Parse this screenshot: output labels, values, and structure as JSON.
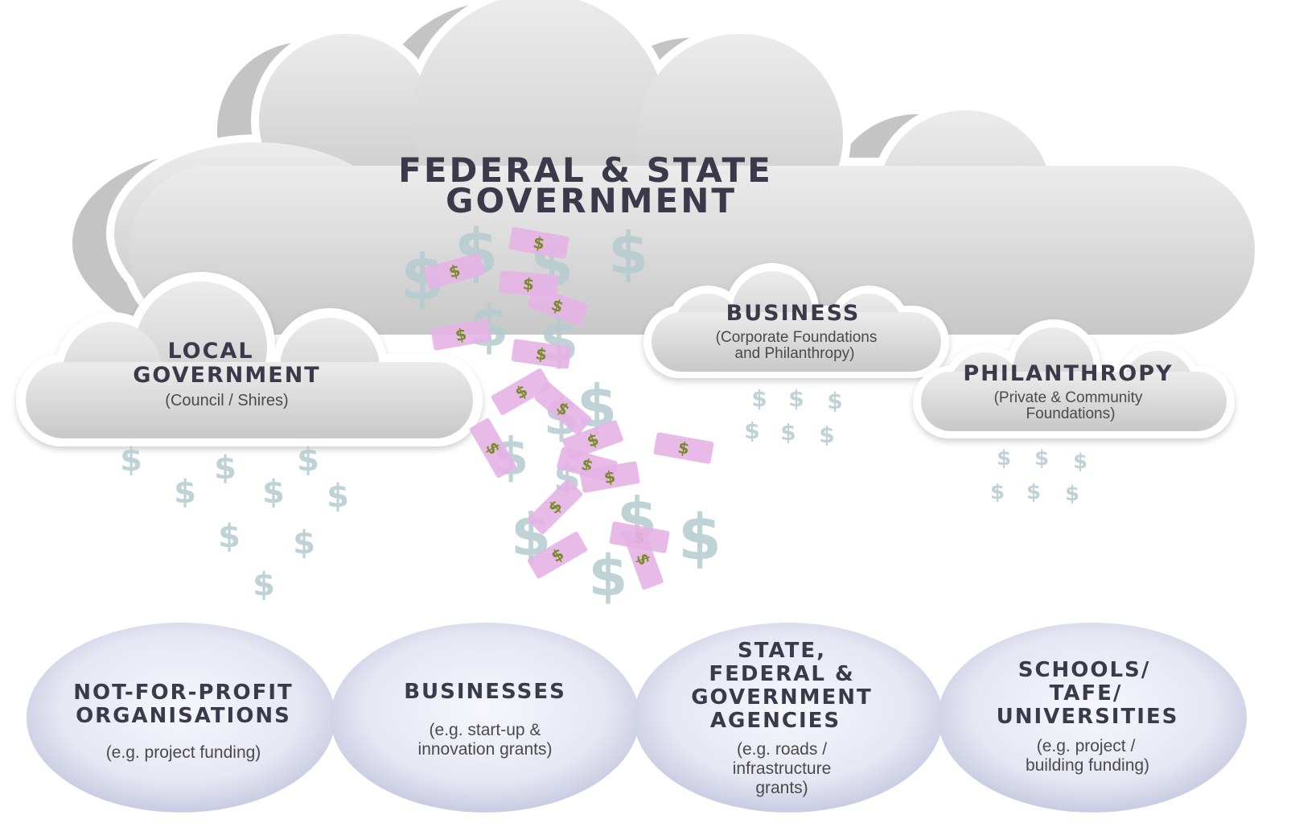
{
  "colors": {
    "cloud_fill_top": "#ebebeb",
    "cloud_fill_bottom": "#c9c9c9",
    "cloud_shadow": "#c2c2c2",
    "heading_text": "#3a3a4a",
    "body_text": "#4a4a4a",
    "dollar_sign": "#b5ccd0",
    "banknote": "#e6b3e6",
    "banknote_symbol": "#7a8c2a",
    "bubble_center": "#f4f4fb",
    "bubble_edge": "#c3c6e0"
  },
  "sources": {
    "federal": {
      "title_line1": "FEDERAL & STATE",
      "title_line2": "GOVERNMENT"
    },
    "local": {
      "title_line1": "LOCAL",
      "title_line2": "GOVERNMENT",
      "sub_line1": "(Council / Shires)"
    },
    "business": {
      "title_line1": "BUSINESS",
      "sub_line1": "(Corporate Foundations",
      "sub_line2": "and Philanthropy)"
    },
    "philanthropy": {
      "title_line1": "PHILANTHROPY",
      "sub_line1": "(Private & Community",
      "sub_line2": "Foundations)"
    }
  },
  "recipients": [
    {
      "title_lines": [
        "NOT-FOR-PROFIT",
        "ORGANISATIONS"
      ],
      "sub_lines": [
        "(e.g. project funding)"
      ]
    },
    {
      "title_lines": [
        "BUSINESSES"
      ],
      "sub_lines": [
        "(e.g. start-up &",
        "innovation grants)"
      ]
    },
    {
      "title_lines": [
        "STATE,",
        "FEDERAL &",
        "GOVERNMENT",
        "AGENCIES"
      ],
      "sub_lines": [
        "(e.g. roads /",
        "infrastructure",
        "grants)"
      ]
    },
    {
      "title_lines": [
        "SCHOOLS/",
        "TAFE/",
        "UNIVERSITIES"
      ],
      "sub_lines": [
        "(e.g. project /",
        "building funding)"
      ]
    }
  ],
  "symbols": {
    "dollar": "$"
  }
}
